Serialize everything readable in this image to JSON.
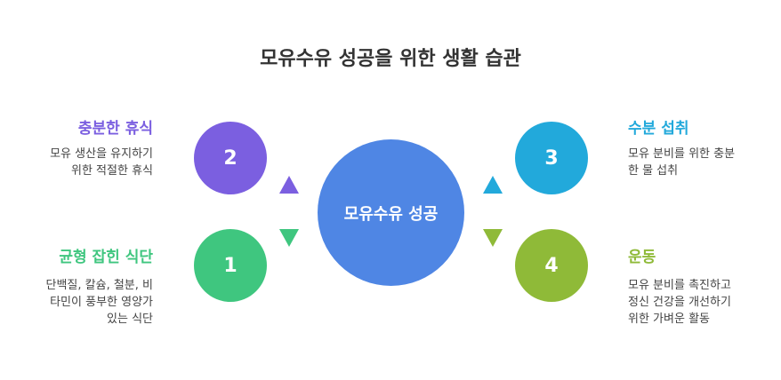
{
  "title": "모유수유 성공을 위한 생활 습관",
  "center": {
    "label": "모유수유 성공",
    "color": "#4f86e4"
  },
  "items": [
    {
      "number": "2",
      "heading": "충분한 휴식",
      "desc_lines": [
        "모유 생산을 유지하기",
        "위한 적절한 휴식"
      ],
      "color": "#7b5fe0"
    },
    {
      "number": "1",
      "heading": "균형 잡힌 식단",
      "desc_lines": [
        "단백질, 칼슘, 철분, 비",
        "타민이 풍부한 영양가",
        "있는 식단"
      ],
      "color": "#3fc67f"
    },
    {
      "number": "3",
      "heading": "수분 섭취",
      "desc_lines": [
        "모유 분비를 위한 충분",
        "한 물 섭취"
      ],
      "color": "#22a9db"
    },
    {
      "number": "4",
      "heading": "운동",
      "desc_lines": [
        "모유 분비를 촉진하고",
        "정신 건강을 개선하기",
        "위한 가벼운 활동"
      ],
      "color": "#8fba38"
    }
  ]
}
